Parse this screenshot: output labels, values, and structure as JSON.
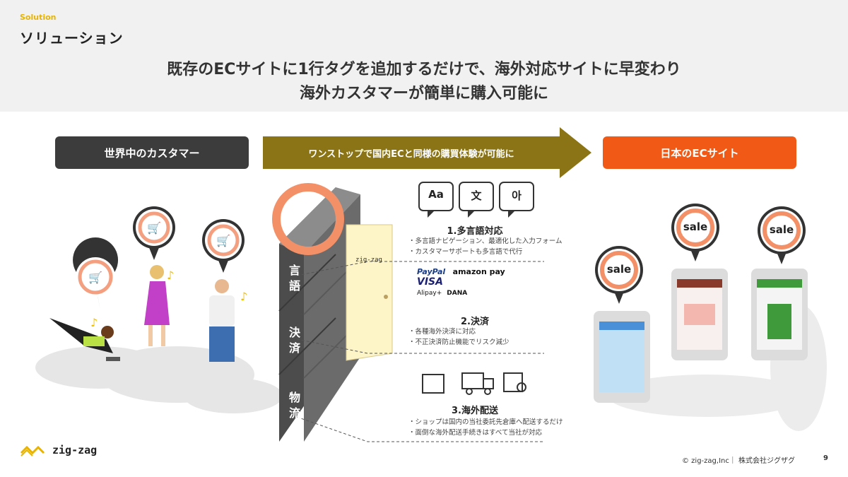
{
  "header": {
    "kicker": "Solution",
    "title": "ソリューション",
    "headline_line1": "既存のECサイトに1行タグを追加するだけで、海外対応サイトに早変わり",
    "headline_line2": "海外カスタマーが簡単に購入可能に"
  },
  "flow": {
    "left_label": "世界中のカスタマー",
    "arrow_label": "ワンストップで国内ECと同様の購買体験が可能に",
    "right_label": "日本のECサイト",
    "colors": {
      "left": "#3c3c3c",
      "arrow": "#8a7416",
      "right": "#f05a16"
    }
  },
  "wall": {
    "labels": [
      "言\n語",
      "決\n済",
      "物\n流"
    ],
    "door_brand": "zig-zag"
  },
  "features": [
    {
      "title": "1.多言語対応",
      "bullets": [
        "・多言語ナビゲーション、最適化した入力フォーム",
        "・カスタマーサポートも多言語で代行"
      ],
      "icons": [
        "Aa",
        "文",
        "아"
      ]
    },
    {
      "title": "2.決済",
      "bullets": [
        "・各種海外決済に対応",
        "・不正決済防止機能でリスク減少"
      ],
      "logos": [
        "PayPal",
        "amazon pay",
        "VISA",
        "Alipay+",
        "DANA"
      ]
    },
    {
      "title": "3.海外配送",
      "bullets": [
        "・ショップは国内の当社委託先倉庫へ配送するだけ",
        "・面倒な海外配送手続きはすべて当社が対応"
      ],
      "icons": [
        "airplane-box-icon",
        "truck-icon",
        "package-search-icon"
      ]
    }
  ],
  "bubbles": {
    "sale_text": "sale"
  },
  "footer": {
    "logo_text": "zig-zag",
    "copyright": "© zig-zag,Inc｜ 株式会社ジグザグ",
    "page": "9"
  }
}
